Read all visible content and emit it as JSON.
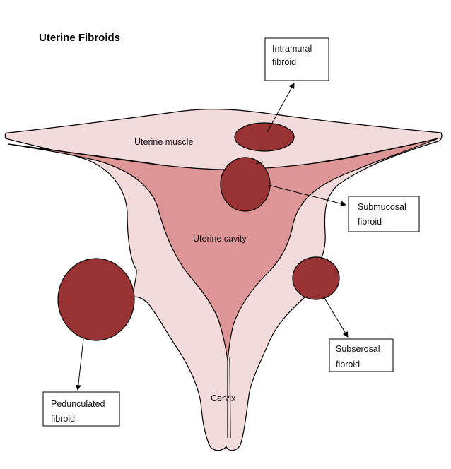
{
  "title": "Uterine Fibroids",
  "regions": {
    "uterine_muscle": "Uterine muscle",
    "uterine_cavity": "Uterine cavity",
    "cervix": "Cervix"
  },
  "callouts": {
    "intramural": {
      "line1": "Intramural",
      "line2": "fibroid"
    },
    "submucosal": {
      "line1": "Submucosal",
      "line2": "fibroid"
    },
    "subserosal": {
      "line1": "Subserosal",
      "line2": "fibroid"
    },
    "pedunculated": {
      "line1": "Pedunculated",
      "line2": "fibroid"
    }
  },
  "colors": {
    "muscle": "#f3dadb",
    "cavity": "#dd9596",
    "fibroid": "#993233",
    "outline": "#000000"
  }
}
